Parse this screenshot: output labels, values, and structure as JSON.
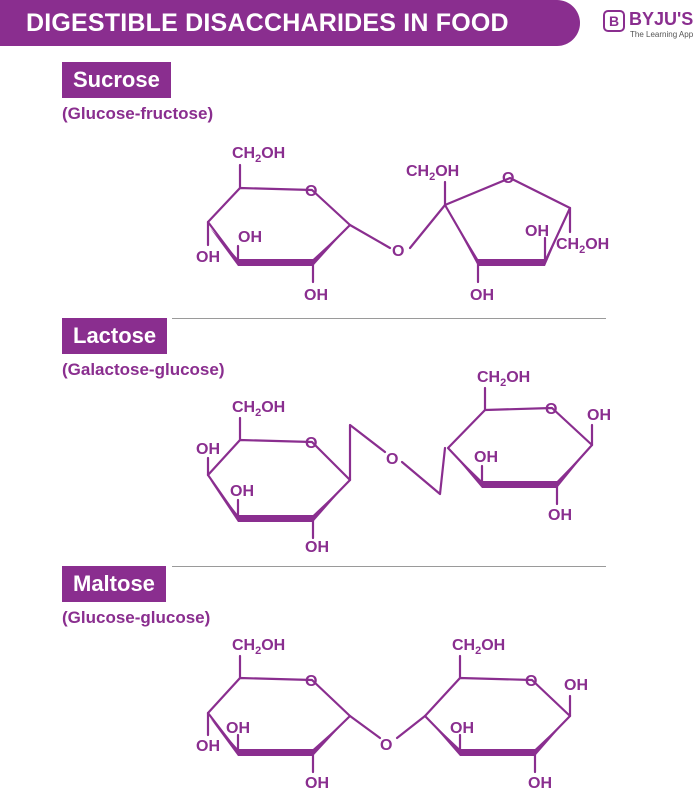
{
  "header": {
    "title": "DIGESTIBLE DISACCHARIDES IN FOOD",
    "logo_mark": "B",
    "logo_text": "BYJU'S",
    "logo_sub": "The Learning App"
  },
  "colors": {
    "accent": "#8a2e8f",
    "rule": "#9a9a9a",
    "background": "#ffffff"
  },
  "atoms": {
    "ch2oh_a": "CH",
    "ch2oh_sub": "2",
    "ch2oh_b": "OH",
    "oh": "OH",
    "o": "O"
  },
  "sections": [
    {
      "name": "Sucrose",
      "composition": "(Glucose-fructose)"
    },
    {
      "name": "Lactose",
      "composition": "(Galactose-glucose)"
    },
    {
      "name": "Maltose",
      "composition": "(Glucose-glucose)"
    }
  ]
}
